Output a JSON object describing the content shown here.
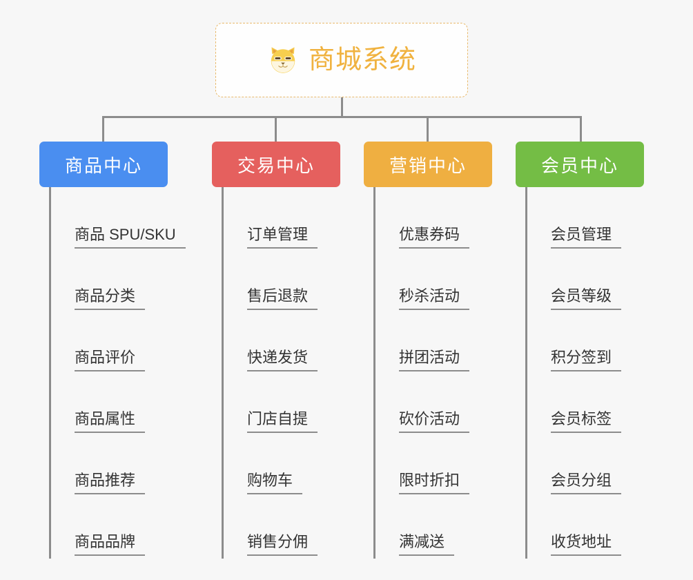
{
  "background_color": "#f7f7f7",
  "root": {
    "title": "商城系统",
    "icon": "shiba-dog-icon",
    "text_color": "#f0b23f",
    "border_color": "#e8b96b"
  },
  "connector_color": "#8c8c8c",
  "categories": [
    {
      "label": "商品中心",
      "color": "#4a8ef0",
      "items": [
        "商品 SPU/SKU",
        "商品分类",
        "商品评价",
        "商品属性",
        "商品推荐",
        "商品品牌"
      ]
    },
    {
      "label": "交易中心",
      "color": "#e5605e",
      "items": [
        "订单管理",
        "售后退款",
        "快递发货",
        "门店自提",
        "购物车",
        "销售分佣"
      ]
    },
    {
      "label": "营销中心",
      "color": "#efaf41",
      "items": [
        "优惠券码",
        "秒杀活动",
        "拼团活动",
        "砍价活动",
        "限时折扣",
        "满减送"
      ]
    },
    {
      "label": "会员中心",
      "color": "#74bd45",
      "items": [
        "会员管理",
        "会员等级",
        "积分签到",
        "会员标签",
        "会员分组",
        "收货地址"
      ]
    }
  ]
}
